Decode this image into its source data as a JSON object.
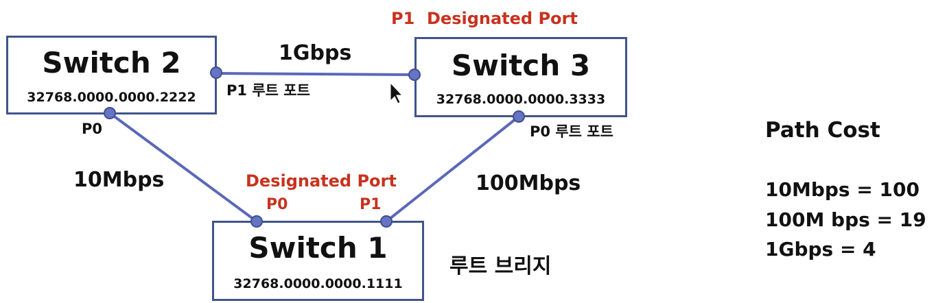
{
  "switches": {
    "s2": {
      "name": "Switch 2",
      "bridge_id": "32768.0000.0000.2222"
    },
    "s3": {
      "name": "Switch 3",
      "bridge_id": "32768.0000.0000.3333"
    },
    "s1": {
      "name": "Switch 1",
      "bridge_id": "32768.0000.0000.1111"
    }
  },
  "links": {
    "s2_s3": "1Gbps",
    "s2_s1": "10Mbps",
    "s3_s1": "100Mbps"
  },
  "ports": {
    "s3_p1": "P1",
    "s3_p1_role": "Designated Port",
    "s2_p1": "P1 루트 포트",
    "s2_p0": "P0",
    "s3_p0": "P0 루트 포트",
    "s1_role": "Designated Port",
    "s1_p0": "P0",
    "s1_p1": "P1"
  },
  "root_bridge_label": "루트 브리지",
  "path_cost": {
    "title": "Path Cost",
    "items": [
      "10Mbps = 100",
      "100M bps = 19",
      "1Gbps = 4"
    ]
  },
  "colors": {
    "box_border": "#3f548c",
    "link": "#5b68b8",
    "port_dot": "#6674c4",
    "label_red": "#c8321e",
    "text": "#111111"
  }
}
